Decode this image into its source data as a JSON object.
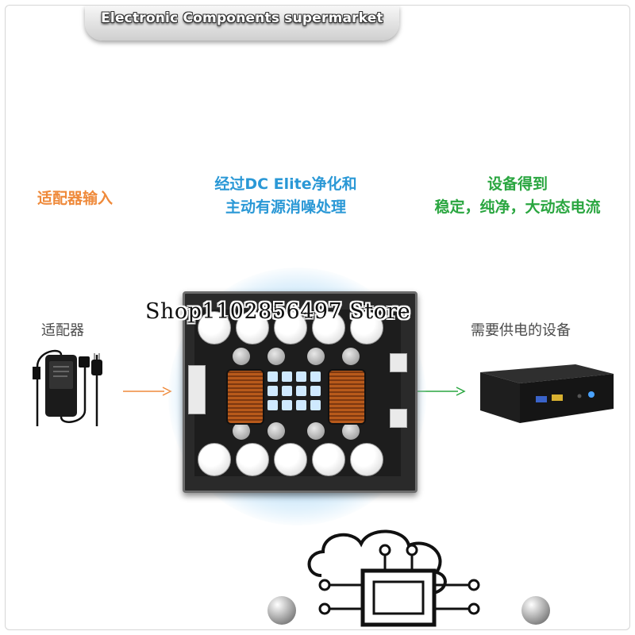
{
  "banner": {
    "text": "Electronic Components supermarket"
  },
  "labels": {
    "adapter_input": "适配器输入",
    "processing_line1": "经过DC Elite净化和",
    "processing_line2": "主动有源消噪处理",
    "result_line1": "设备得到",
    "result_line2": "稳定，纯净，大动态电流",
    "adapter": "适配器",
    "device": "需要供电的设备"
  },
  "watermark": {
    "text": "Shop1102856497 Store"
  },
  "colors": {
    "orange": "#ef8a3b",
    "blue": "#2a98d6",
    "green": "#2aa640",
    "input_arrow": "#ef8a3b",
    "output_arrow": "#2aa640"
  },
  "icons": {
    "adapter": "power-adapter-icon",
    "device": "mini-pc-icon",
    "logo": "cloud-chip-logo"
  }
}
